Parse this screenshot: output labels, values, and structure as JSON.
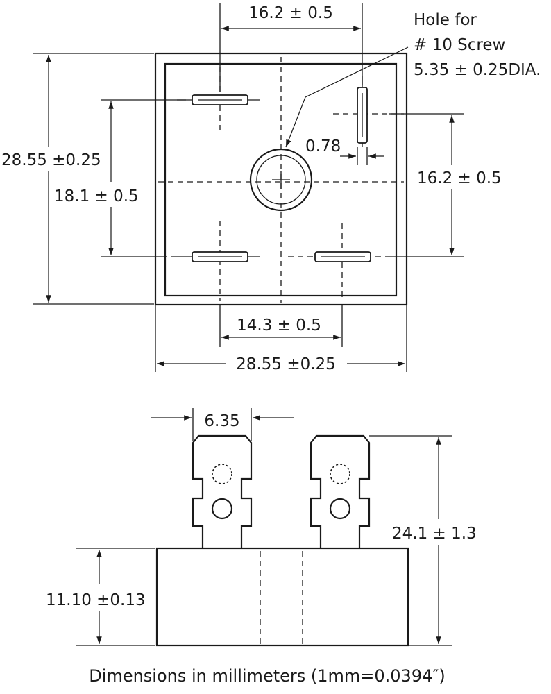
{
  "top_view": {
    "dim_terminal_spacing_top": "16.2 ± 0.5",
    "dim_overall_height": "28.55 ±0.25",
    "dim_terminal_spacing_vertical_left": "18.1 ± 0.5",
    "dim_terminal_spacing_vertical_right": "16.2 ± 0.5",
    "dim_terminal_thickness": "0.78",
    "dim_terminal_spacing_bottom": "14.3 ± 0.5",
    "dim_overall_width": "28.55 ±0.25",
    "hole_note": {
      "line1": "Hole for",
      "line2": "# 10 Screw",
      "line3": "5.35 ± 0.25DIA."
    }
  },
  "side_view": {
    "dim_terminal_width": "6.35",
    "dim_total_height": "24.1 ± 1.3",
    "dim_body_height": "11.10 ±0.13"
  },
  "caption": "Dimensions in millimeters (1mm=0.0394″)"
}
